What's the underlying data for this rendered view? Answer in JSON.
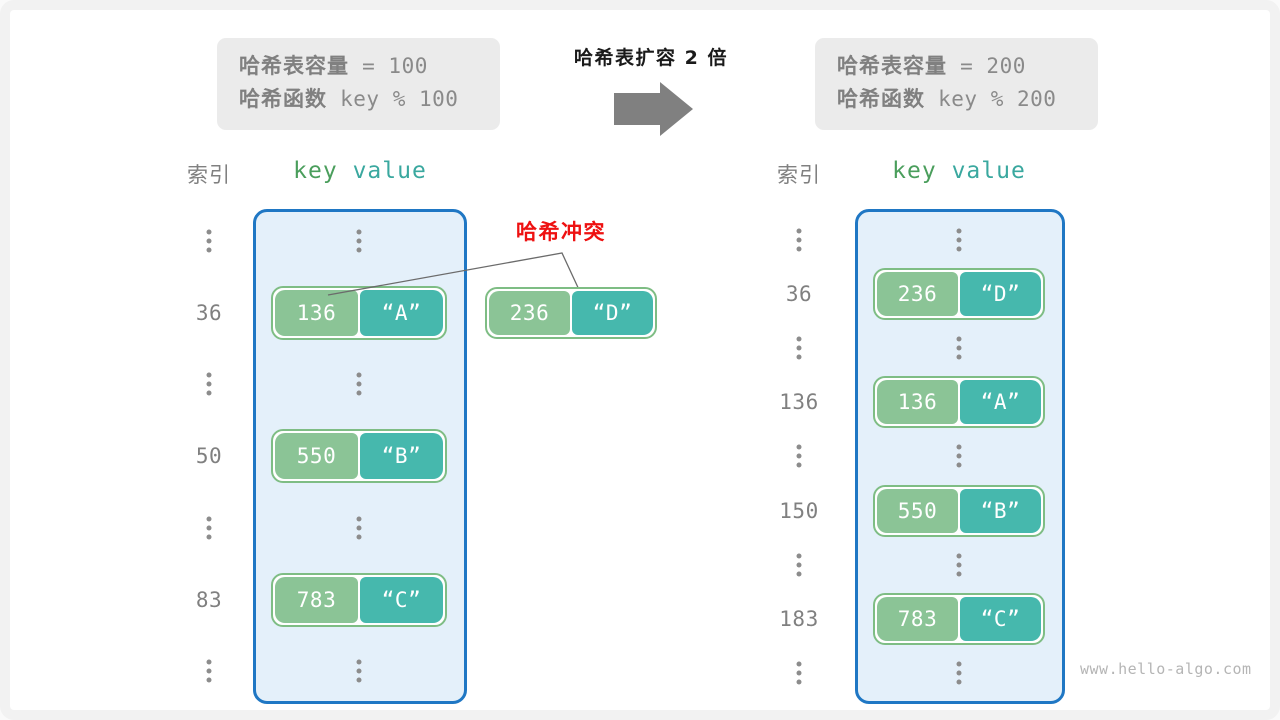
{
  "colors": {
    "bucket_border": "#1f77c4",
    "bucket_fill": "#e4f0fa",
    "key_cell": "#8bc496",
    "value_cell": "#46b8ad",
    "pair_border": "#7ebd84",
    "collision_red": "#ee1111",
    "info_box_bg": "#ebebeb",
    "arrow_gray": "#808080",
    "header_key": "#4a9e5c",
    "header_value": "#3aa89f",
    "text_gray": "#808080"
  },
  "left_info": {
    "capacity_label": "哈希表容量",
    "capacity_eq": " = 100",
    "function_label": "哈希函数",
    "function_expr": " key % 100"
  },
  "right_info": {
    "capacity_label": "哈希表容量",
    "capacity_eq": " = 200",
    "function_label": "哈希函数",
    "function_expr": " key % 200"
  },
  "center": {
    "title": "哈希表扩容 2 倍",
    "arrow_icon": "right-arrow"
  },
  "headers": {
    "index": "索引",
    "key": "key",
    "value": "value"
  },
  "collision": {
    "label": "哈希冲突"
  },
  "watermark": "www.hello-algo.com",
  "left_table": {
    "rows": [
      {
        "type": "dots",
        "index": ""
      },
      {
        "type": "entry",
        "index": "36",
        "key": "136",
        "value": "“A”"
      },
      {
        "type": "dots",
        "index": ""
      },
      {
        "type": "entry",
        "index": "50",
        "key": "550",
        "value": "“B”"
      },
      {
        "type": "dots",
        "index": ""
      },
      {
        "type": "entry",
        "index": "83",
        "key": "783",
        "value": "“C”"
      },
      {
        "type": "dots",
        "index": ""
      }
    ]
  },
  "right_table": {
    "rows": [
      {
        "type": "dots",
        "index": ""
      },
      {
        "type": "entry",
        "index": "36",
        "key": "236",
        "value": "“D”"
      },
      {
        "type": "dots",
        "index": ""
      },
      {
        "type": "entry",
        "index": "136",
        "key": "136",
        "value": "“A”"
      },
      {
        "type": "dots",
        "index": ""
      },
      {
        "type": "entry",
        "index": "150",
        "key": "550",
        "value": "“B”"
      },
      {
        "type": "dots",
        "index": ""
      },
      {
        "type": "entry",
        "index": "183",
        "key": "783",
        "value": "“C”"
      },
      {
        "type": "dots",
        "index": ""
      }
    ]
  },
  "floating_entry": {
    "key": "236",
    "value": "“D”"
  }
}
